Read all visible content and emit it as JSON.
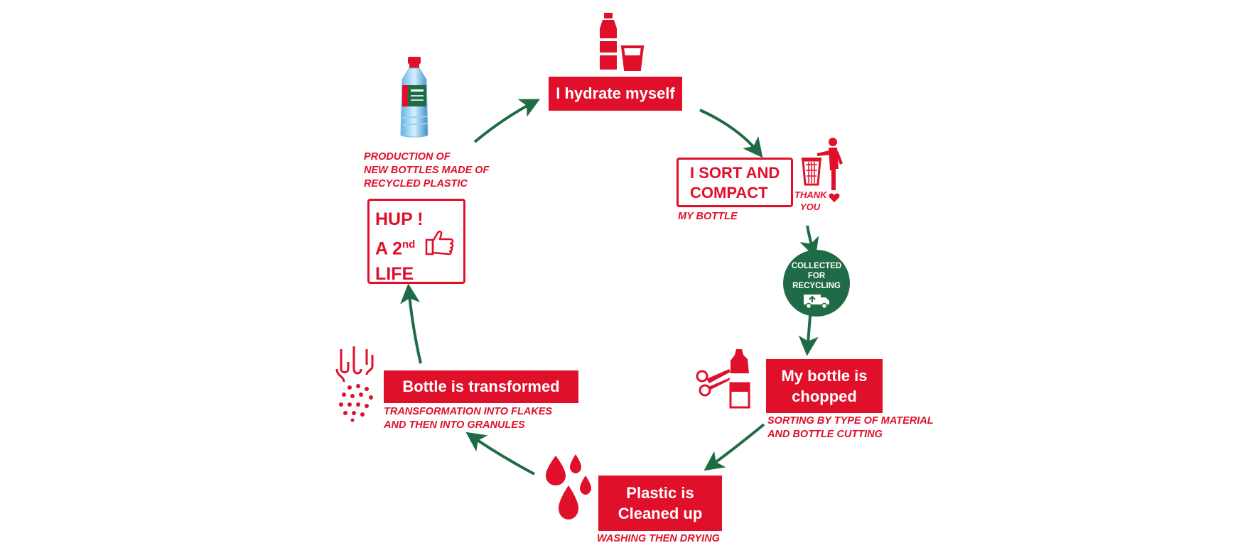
{
  "colors": {
    "red": "#e0102b",
    "green": "#1f6b45",
    "white": "#ffffff"
  },
  "steps": {
    "hydrate": {
      "label": "I hydrate myself",
      "icon": "bottle-and-glass-icon"
    },
    "sort": {
      "title_lines": [
        "I SORT AND",
        "COMPACT"
      ],
      "note": "MY BOTTLE",
      "thanks_lines": [
        "THANK",
        "YOU"
      ],
      "icon": "person-throwing-in-bin-icon"
    },
    "collected": {
      "lines": [
        "COLLECTED",
        "FOR",
        "RECYCLING"
      ],
      "icon": "recycling-truck-icon"
    },
    "chopped": {
      "label_lines": [
        "My bottle is",
        "chopped"
      ],
      "note_lines": [
        "SORTING BY TYPE OF MATERIAL",
        "AND BOTTLE CUTTING"
      ],
      "icon": "scissors-cutting-bottle-icon"
    },
    "cleaned": {
      "label_lines": [
        "Plastic is",
        "Cleaned up"
      ],
      "note": "WASHING THEN DRYING",
      "icon": "water-drops-icon"
    },
    "transformed": {
      "label": "Bottle is transformed",
      "note_lines": [
        "TRANSFORMATION INTO FLAKES",
        "AND THEN INTO GRANULES"
      ],
      "icon": "heat-and-granules-icon"
    },
    "second_life": {
      "line1": "HUP !",
      "line2_base": "A 2",
      "line2_sup": "nd",
      "line3": "LIFE",
      "icon": "thumbs-up-icon"
    },
    "production": {
      "note_lines": [
        "PRODUCTION OF",
        "NEW BOTTLES MADE OF",
        "RECYCLED PLASTIC"
      ],
      "icon": "water-bottle-icon"
    }
  }
}
